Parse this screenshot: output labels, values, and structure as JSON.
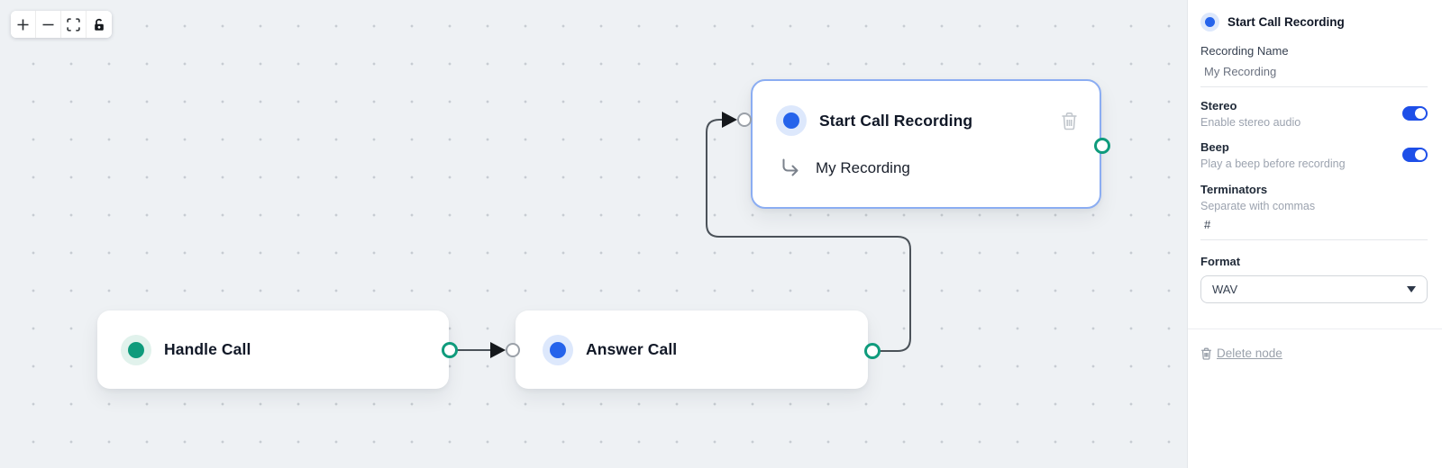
{
  "theme": {
    "canvas_bg": "#eef1f4",
    "accent_teal": "#0f9b7c",
    "accent_blue": "#2563eb",
    "toggle_on_color": "#1e4fe8",
    "selected_node_border": "#8badf2",
    "edge_color": "#4b5259"
  },
  "canvas": {
    "toolbar": {
      "buttons": [
        {
          "name": "zoom-in",
          "icon": "plus-icon"
        },
        {
          "name": "zoom-out",
          "icon": "minus-icon"
        },
        {
          "name": "fit-view",
          "icon": "fit-view-icon"
        },
        {
          "name": "toggle-interactivity",
          "icon": "unlock-icon"
        }
      ]
    },
    "nodes": [
      {
        "id": "handle-call",
        "title": "Handle Call",
        "accent": "teal",
        "selected": false
      },
      {
        "id": "answer-call",
        "title": "Answer Call",
        "accent": "blue",
        "selected": false
      },
      {
        "id": "start-call-recording",
        "title": "Start Call Recording",
        "subtitle": "My Recording",
        "accent": "blue",
        "selected": true,
        "icons": [
          "trash-icon",
          "branch-arrow-icon"
        ]
      }
    ],
    "edges": [
      {
        "from": "handle-call",
        "to": "answer-call"
      },
      {
        "from": "answer-call",
        "to": "start-call-recording"
      }
    ]
  },
  "panel": {
    "header": {
      "title": "Start Call Recording"
    },
    "recording_name": {
      "label": "Recording Name",
      "value": "My Recording"
    },
    "stereo": {
      "label": "Stereo",
      "help": "Enable stereo audio",
      "enabled": true
    },
    "beep": {
      "label": "Beep",
      "help": "Play a beep before recording",
      "enabled": true
    },
    "terminators": {
      "label": "Terminators",
      "help": "Separate with commas",
      "value": "#"
    },
    "format": {
      "label": "Format",
      "value": "WAV"
    },
    "delete": {
      "label": "Delete node",
      "icon": "trash-icon"
    }
  }
}
